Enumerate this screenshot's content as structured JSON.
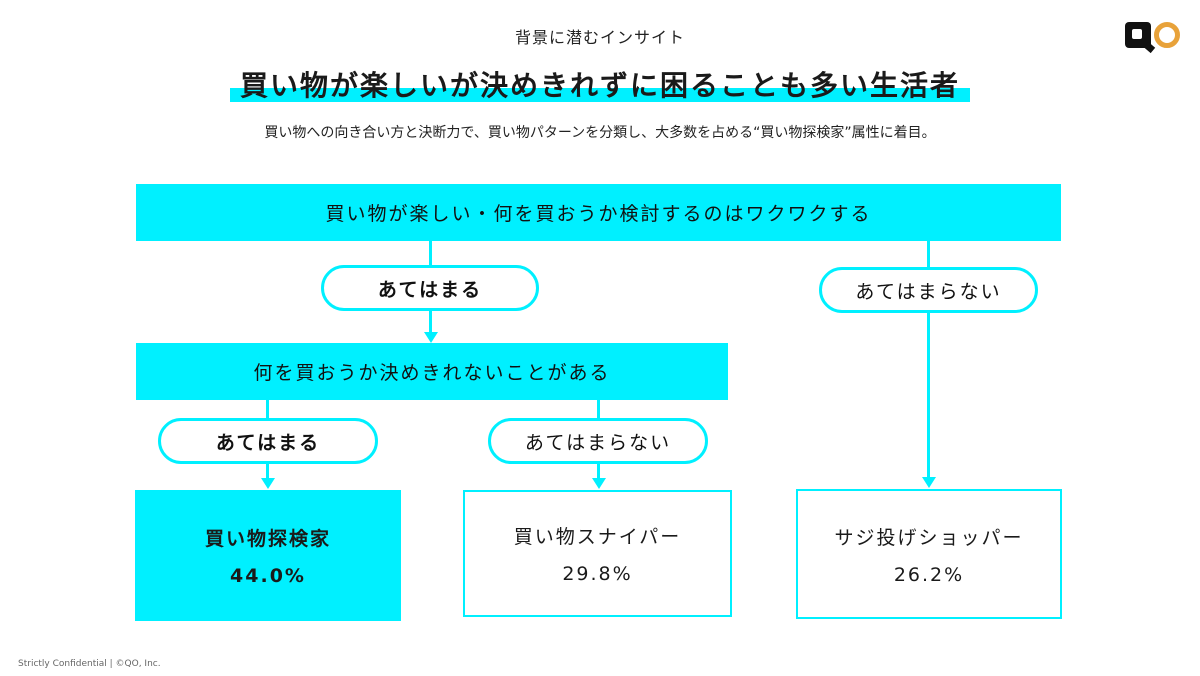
{
  "header": {
    "eyebrow": "背景に潜むインサイト",
    "title": "買い物が楽しいが決めきれずに困ることも多い生活者",
    "subtitle": "買い物への向き合い方と決断力で、買い物パターンを分類し、大多数を占める“買い物探検家”属性に着目。"
  },
  "logo": {
    "icon": "qo-logo",
    "accent_color": "#e8a23a"
  },
  "accent_color": "#00f0ff",
  "flow": {
    "question1": "買い物が楽しい・何を買おうか検討するのはワクワクする",
    "question1_yes": "あてはまる",
    "question1_no": "あてはまらない",
    "question2": "何を買おうか決めきれないことがある",
    "question2_yes": "あてはまる",
    "question2_no": "あてはまらない",
    "results": [
      {
        "name": "買い物探検家",
        "percent": "44.0%"
      },
      {
        "name": "買い物スナイパー",
        "percent": "29.8%"
      },
      {
        "name": "サジ投げショッパー",
        "percent": "26.2%"
      }
    ]
  },
  "footer": "Strictly Confidential | ©QO, Inc."
}
